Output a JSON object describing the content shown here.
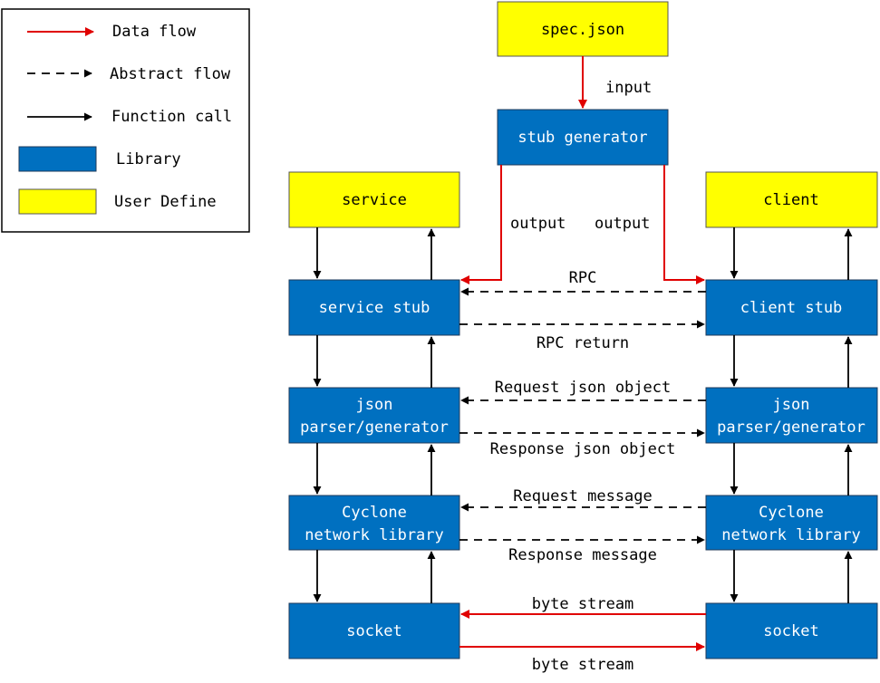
{
  "legend": {
    "data_flow": "Data flow",
    "abstract_flow": "Abstract flow",
    "function_call": "Function call",
    "library": "Library",
    "user_define": "User Define"
  },
  "colors": {
    "library": "#0070c0",
    "user_define": "#ffff00",
    "data_flow": "#e00000",
    "line": "#000000"
  },
  "nodes": {
    "spec": "spec.json",
    "stub_generator": "stub generator",
    "service": "service",
    "client": "client",
    "service_stub": "service stub",
    "client_stub": "client stub",
    "json_left_1": "json",
    "json_left_2": "parser/generator",
    "json_right_1": "json",
    "json_right_2": "parser/generator",
    "cyclone_left_1": "Cyclone",
    "cyclone_left_2": "network library",
    "cyclone_right_1": "Cyclone",
    "cyclone_right_2": "network library",
    "socket_left": "socket",
    "socket_right": "socket"
  },
  "edges": {
    "input": "input",
    "output_left": "output",
    "output_right": "output",
    "rpc": "RPC",
    "rpc_return": "RPC return",
    "request_json": "Request json object",
    "response_json": "Response json object",
    "request_message": "Request message",
    "response_message": "Response message",
    "byte_stream_top": "byte stream",
    "byte_stream_bottom": "byte stream"
  }
}
